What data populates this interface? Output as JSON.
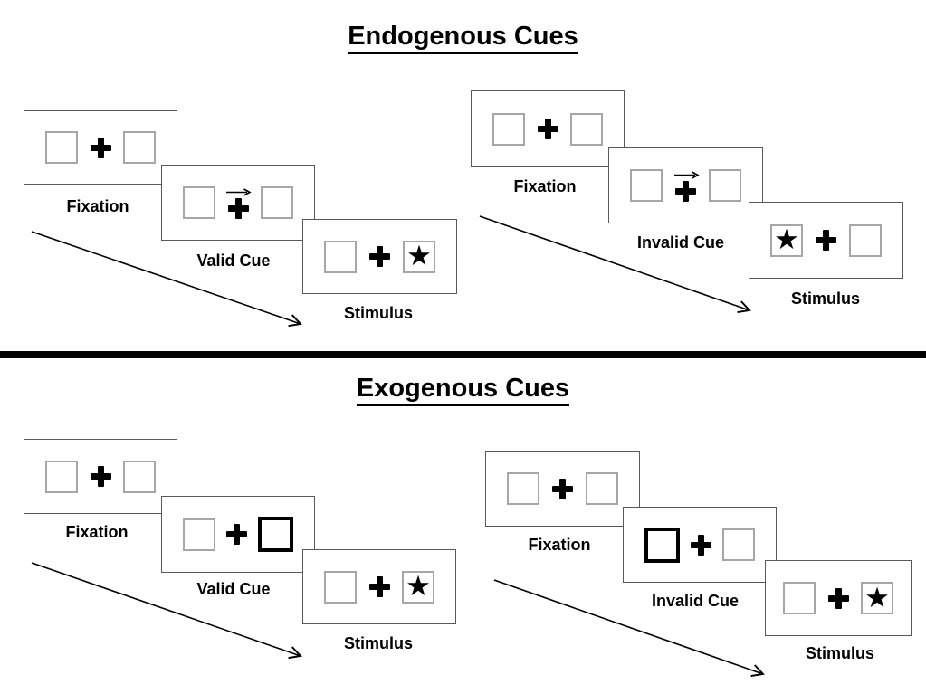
{
  "icons": {
    "star": "★",
    "cue_direction": "right"
  },
  "colors": {
    "panel_border": "#595959",
    "square_border": "#a6a6a6",
    "highlight_border": "#000000",
    "ink": "#000000"
  },
  "sections": [
    {
      "title": "Endogenous Cues",
      "groups": [
        {
          "name": "valid-trial",
          "cue_type": "central-arrow",
          "cue_direction": "right",
          "star_position": "right",
          "panels": [
            {
              "label": "Fixation"
            },
            {
              "label": "Valid Cue"
            },
            {
              "label": "Stimulus"
            }
          ]
        },
        {
          "name": "invalid-trial",
          "cue_type": "central-arrow",
          "cue_direction": "right",
          "star_position": "left",
          "panels": [
            {
              "label": "Fixation"
            },
            {
              "label": "Invalid Cue"
            },
            {
              "label": "Stimulus"
            }
          ]
        }
      ]
    },
    {
      "title": "Exogenous Cues",
      "groups": [
        {
          "name": "valid-trial",
          "cue_type": "box-highlight",
          "highlight_side": "right",
          "star_position": "right",
          "panels": [
            {
              "label": "Fixation"
            },
            {
              "label": "Valid Cue"
            },
            {
              "label": "Stimulus"
            }
          ]
        },
        {
          "name": "invalid-trial",
          "cue_type": "box-highlight",
          "highlight_side": "left",
          "star_position": "right",
          "panels": [
            {
              "label": "Fixation"
            },
            {
              "label": "Invalid Cue"
            },
            {
              "label": "Stimulus"
            }
          ]
        }
      ]
    }
  ]
}
